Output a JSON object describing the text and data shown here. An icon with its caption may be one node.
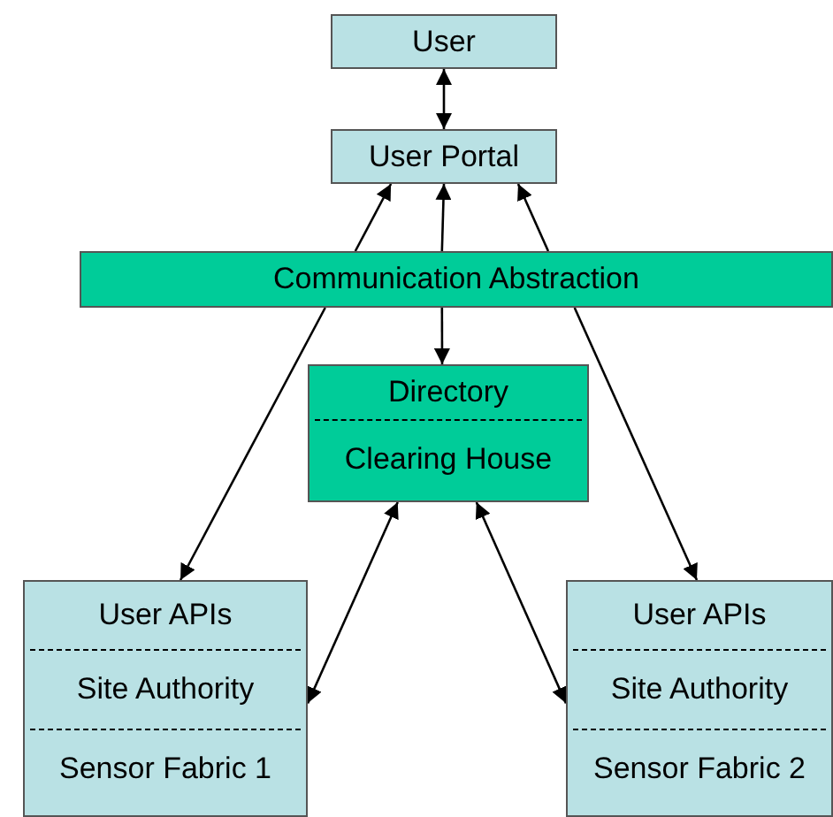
{
  "diagram": {
    "nodes": [
      {
        "text": [
          "User"
        ]
      },
      {
        "text": [
          "User Portal"
        ]
      },
      {
        "text": [
          "Communication Abstraction"
        ]
      },
      {
        "text": [
          "Directory",
          "Clearing House"
        ]
      },
      {
        "text": [
          "User APIs",
          "Site Authority",
          "Sensor Fabric 1"
        ]
      },
      {
        "text": [
          "User APIs",
          "Site Authority",
          "Sensor Fabric 2"
        ]
      }
    ],
    "edges": [
      {
        "from": 0,
        "to": 1,
        "arrow": "both"
      },
      {
        "from": 2,
        "to": 1,
        "arrow": "to"
      },
      {
        "from": 2,
        "to": 1,
        "arrow": "to"
      },
      {
        "from": 2,
        "to": 1,
        "arrow": "to"
      },
      {
        "from": 2,
        "to": 3,
        "arrow": "to"
      },
      {
        "from": 2,
        "to": 4,
        "arrow": "to"
      },
      {
        "from": 2,
        "to": 5,
        "arrow": "to"
      },
      {
        "from": 3,
        "to": 4,
        "arrow": "both"
      },
      {
        "from": 3,
        "to": 5,
        "arrow": "both"
      }
    ]
  }
}
